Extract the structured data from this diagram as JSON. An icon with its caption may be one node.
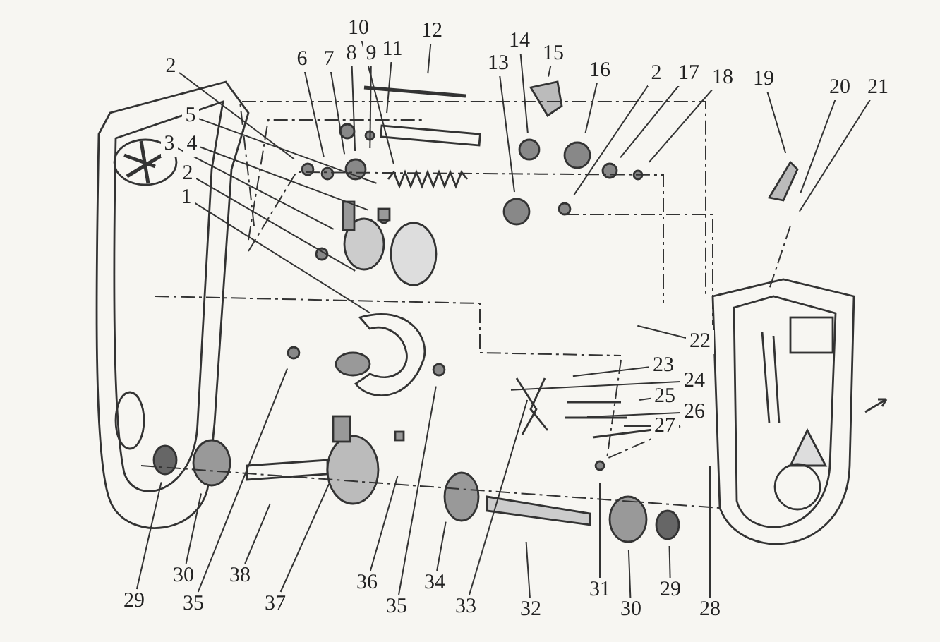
{
  "diagram": {
    "nodes": [
      {
        "text": [
          "2"
        ]
      },
      {
        "text": [
          "6"
        ]
      },
      {
        "text": [
          "7"
        ]
      },
      {
        "text": [
          "8"
        ]
      },
      {
        "text": [
          "9"
        ]
      },
      {
        "text": [
          "10"
        ]
      },
      {
        "text": [
          "11"
        ]
      },
      {
        "text": [
          "12"
        ]
      },
      {
        "text": [
          "13"
        ]
      },
      {
        "text": [
          "14"
        ]
      },
      {
        "text": [
          "15"
        ]
      },
      {
        "text": [
          "16"
        ]
      },
      {
        "text": [
          "2"
        ]
      },
      {
        "text": [
          "17"
        ]
      },
      {
        "text": [
          "18"
        ]
      },
      {
        "text": [
          "19"
        ]
      },
      {
        "text": [
          "20"
        ]
      },
      {
        "text": [
          "21"
        ]
      },
      {
        "text": [
          "5"
        ]
      },
      {
        "text": [
          "3"
        ]
      },
      {
        "text": [
          "4"
        ]
      },
      {
        "text": [
          "2"
        ]
      },
      {
        "text": [
          "1"
        ]
      },
      {
        "text": [
          "22"
        ]
      },
      {
        "text": [
          "23"
        ]
      },
      {
        "text": [
          "24"
        ]
      },
      {
        "text": [
          "25"
        ]
      },
      {
        "text": [
          "26"
        ]
      },
      {
        "text": [
          "27"
        ]
      },
      {
        "text": [
          "29"
        ]
      },
      {
        "text": [
          "30"
        ]
      },
      {
        "text": [
          "35"
        ]
      },
      {
        "text": [
          "38"
        ]
      },
      {
        "text": [
          "37"
        ]
      },
      {
        "text": [
          "36"
        ]
      },
      {
        "text": [
          "35"
        ]
      },
      {
        "text": [
          "34"
        ]
      },
      {
        "text": [
          "33"
        ]
      },
      {
        "text": [
          "32"
        ]
      },
      {
        "text": [
          "31"
        ]
      },
      {
        "text": [
          "30"
        ]
      },
      {
        "text": [
          "29"
        ]
      },
      {
        "text": [
          "28"
        ]
      }
    ],
    "edges": [
      {
        "from": 0,
        "to": null,
        "arrow": "none"
      },
      {
        "from": 1,
        "to": null,
        "arrow": "none"
      },
      {
        "from": 2,
        "to": null,
        "arrow": "none"
      },
      {
        "from": 3,
        "to": null,
        "arrow": "none"
      },
      {
        "from": 4,
        "to": null,
        "arrow": "none"
      },
      {
        "from": 5,
        "to": null,
        "arrow": "none"
      },
      {
        "from": 6,
        "to": null,
        "arrow": "none"
      },
      {
        "from": 7,
        "to": null,
        "arrow": "none"
      },
      {
        "from": 8,
        "to": null,
        "arrow": "none"
      },
      {
        "from": 9,
        "to": null,
        "arrow": "none"
      },
      {
        "from": 10,
        "to": null,
        "arrow": "none"
      },
      {
        "from": 11,
        "to": null,
        "arrow": "none"
      },
      {
        "from": 12,
        "to": null,
        "arrow": "none"
      },
      {
        "from": 13,
        "to": null,
        "arrow": "none"
      },
      {
        "from": 14,
        "to": null,
        "arrow": "none"
      },
      {
        "from": 15,
        "to": null,
        "arrow": "none"
      },
      {
        "from": 16,
        "to": null,
        "arrow": "none"
      },
      {
        "from": 17,
        "to": null,
        "arrow": "none"
      },
      {
        "from": 18,
        "to": null,
        "arrow": "none"
      },
      {
        "from": 19,
        "to": null,
        "arrow": "none"
      },
      {
        "from": 20,
        "to": null,
        "arrow": "none"
      },
      {
        "from": 21,
        "to": null,
        "arrow": "none"
      },
      {
        "from": 22,
        "to": null,
        "arrow": "none"
      },
      {
        "from": 23,
        "to": null,
        "arrow": "none"
      },
      {
        "from": 24,
        "to": null,
        "arrow": "none"
      },
      {
        "from": 25,
        "to": null,
        "arrow": "none"
      },
      {
        "from": 26,
        "to": null,
        "arrow": "none"
      },
      {
        "from": 27,
        "to": null,
        "arrow": "none"
      },
      {
        "from": 28,
        "to": null,
        "arrow": "none"
      },
      {
        "from": 29,
        "to": null,
        "arrow": "none"
      },
      {
        "from": 30,
        "to": null,
        "arrow": "none"
      },
      {
        "from": 31,
        "to": null,
        "arrow": "none"
      },
      {
        "from": 32,
        "to": null,
        "arrow": "none"
      },
      {
        "from": 33,
        "to": null,
        "arrow": "none"
      },
      {
        "from": 34,
        "to": null,
        "arrow": "none"
      },
      {
        "from": 35,
        "to": null,
        "arrow": "none"
      },
      {
        "from": 36,
        "to": null,
        "arrow": "none"
      },
      {
        "from": 37,
        "to": null,
        "arrow": "none"
      },
      {
        "from": 38,
        "to": null,
        "arrow": "none"
      },
      {
        "from": 39,
        "to": null,
        "arrow": "none"
      },
      {
        "from": 40,
        "to": null,
        "arrow": "none"
      },
      {
        "from": 41,
        "to": null,
        "arrow": "none"
      },
      {
        "from": 42,
        "to": null,
        "arrow": "none"
      }
    ]
  }
}
